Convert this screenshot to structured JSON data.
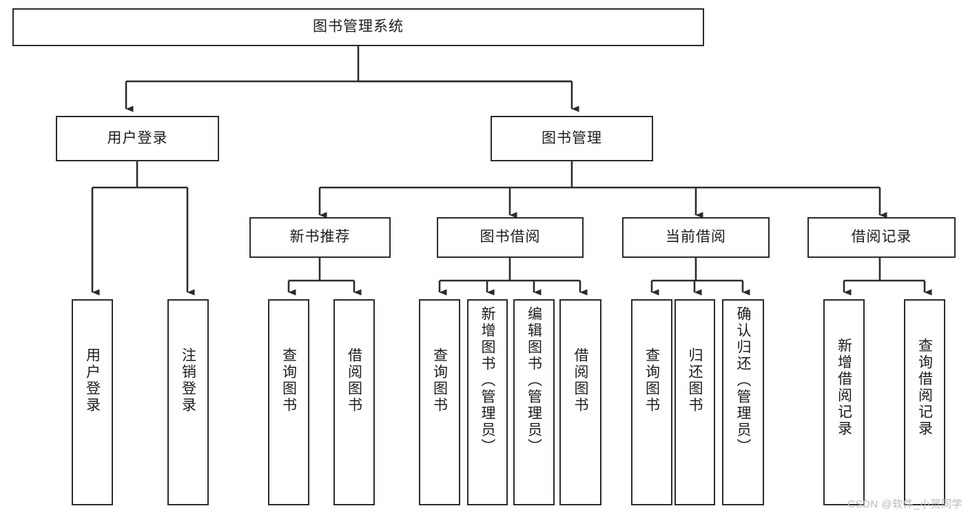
{
  "diagram": {
    "title_node": {
      "label": "图书管理系统"
    },
    "level2": [
      {
        "id": "user-login",
        "label": "用户登录"
      },
      {
        "id": "book-management",
        "label": "图书管理"
      }
    ],
    "level3": [
      {
        "id": "new-book-recommend",
        "label": "新书推荐"
      },
      {
        "id": "book-borrow",
        "label": "图书借阅"
      },
      {
        "id": "current-borrow",
        "label": "当前借阅"
      },
      {
        "id": "borrow-record",
        "label": "借阅记录"
      }
    ],
    "leaves": [
      {
        "id": "leaf-user-login",
        "label": "用户登录"
      },
      {
        "id": "leaf-logout",
        "label": "注销登录"
      },
      {
        "id": "leaf-query-book-1",
        "label": "查询图书"
      },
      {
        "id": "leaf-borrow-book-1",
        "label": "借阅图书"
      },
      {
        "id": "leaf-query-book-2",
        "label": "查询图书"
      },
      {
        "id": "leaf-add-book",
        "label": "新增图书（管理员）"
      },
      {
        "id": "leaf-edit-book",
        "label": "编辑图书（管理员）"
      },
      {
        "id": "leaf-borrow-book-2",
        "label": "借阅图书"
      },
      {
        "id": "leaf-query-book-3",
        "label": "查询图书"
      },
      {
        "id": "leaf-return-book",
        "label": "归还图书"
      },
      {
        "id": "leaf-confirm-return",
        "label": "确认归还（管理员）"
      },
      {
        "id": "leaf-add-record",
        "label": "新增借阅记录"
      },
      {
        "id": "leaf-query-record",
        "label": "查询借阅记录"
      }
    ],
    "watermark": "CSDN @软件_小贺同学",
    "colors": {
      "stroke": "#2b2b2b",
      "text": "#1c1c1c",
      "background": "#ffffff",
      "watermark": "#b9b9b9"
    }
  }
}
